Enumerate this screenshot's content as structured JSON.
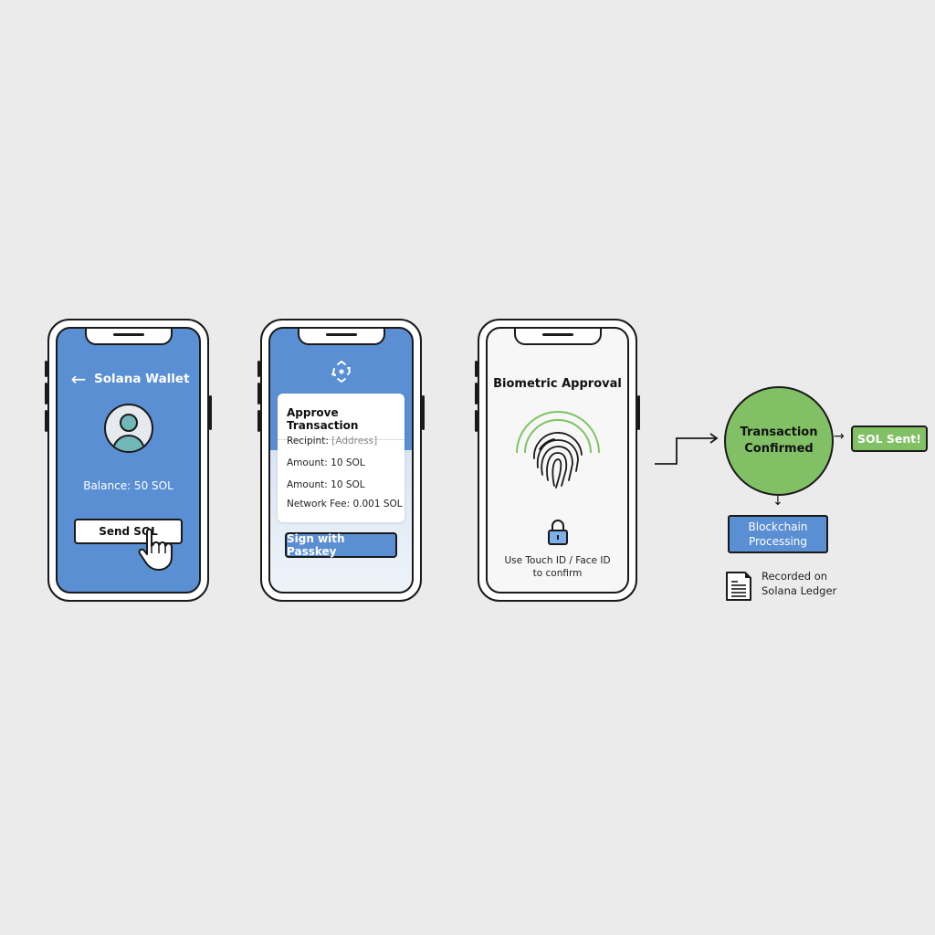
{
  "colors": {
    "background": "#ebebeb",
    "primary_blue": "#5b8fd3",
    "success_green": "#82c065",
    "avatar_teal": "#72b7b8",
    "outline": "#1a1a1a"
  },
  "phone_wallet": {
    "back_icon": "arrow-left-icon",
    "title": "Solana Wallet",
    "avatar_icon": "user-avatar-icon",
    "balance": "Balance: 50 SOL",
    "send_button": "Send SOL",
    "pointer_icon": "hand-pointer-icon"
  },
  "phone_approve": {
    "icon": "face-scan-icon",
    "card_title": "Approve Transaction",
    "rows": [
      {
        "label": "Recipint:",
        "value": "[Address]"
      },
      {
        "label": "Amount:",
        "value": "10 SOL"
      },
      {
        "label": "Amount:",
        "value": "10 SOL"
      },
      {
        "label": "Network Fee:",
        "value": "0.001 SOL"
      }
    ],
    "sign_button": "Sign with Passkey"
  },
  "phone_biometric": {
    "title": "Biometric Approval",
    "fingerprint_icon": "fingerprint-icon",
    "lock_icon": "lock-icon",
    "caption_line1": "Use Touch ID / Face ID",
    "caption_line2": "to confirm"
  },
  "flow": {
    "confirmed_line1": "Transaction",
    "confirmed_line2": "Confirmed",
    "arrow_right": "→",
    "sent_label": "SOL Sent!",
    "arrow_down": "↓",
    "processing_line1": "Blockchain",
    "processing_line2": "Processing",
    "doc_icon": "document-icon",
    "ledger_line1": "Recorded on",
    "ledger_line2": "Solana Ledger"
  }
}
